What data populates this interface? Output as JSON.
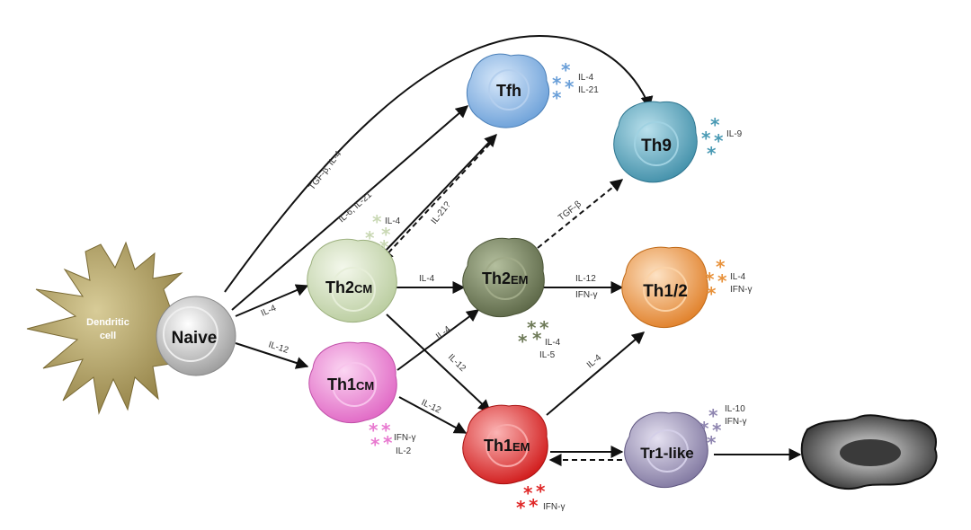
{
  "cells": {
    "dendritic": {
      "line1": "Dendritic",
      "line2": "cell"
    },
    "naive": "Naive",
    "tfh": "Tfh",
    "th9": "Th9",
    "th2cm": {
      "main": "Th2",
      "sub": "CM"
    },
    "th2em": {
      "main": "Th2",
      "sub": "EM"
    },
    "th12": "Th1/2",
    "th1cm": {
      "main": "Th1",
      "sub": "CM"
    },
    "th1em": {
      "main": "Th1",
      "sub": "EM"
    },
    "tr1": "Tr1-like"
  },
  "arrows": {
    "tgfb_il4": "TGF-β, IL-4",
    "il6_il21": "IL-6, IL-21",
    "il4_naive": "IL-4",
    "il12_naive": "IL-12",
    "il21q": "IL-21?",
    "tgfb": "TGF-β",
    "il4_th2cm_em": "IL-4",
    "il12_em": "IL-12",
    "ifng_em": "IFN-γ",
    "il4_th1cm": "IL-4",
    "il12_th2cm": "IL-12",
    "il12_th1cm": "IL-12",
    "il4_th1em": "IL-4"
  },
  "cytokines": {
    "tfh": [
      "IL-4",
      "IL-21"
    ],
    "th9": [
      "IL-9"
    ],
    "th2cm": [
      "IL-4"
    ],
    "th2em": [
      "IL-4",
      "IL-5"
    ],
    "th12": [
      "IL-4",
      "IFN-γ"
    ],
    "th1cm": [
      "IFN-γ",
      "IL-2"
    ],
    "th1em": [
      "IFN-γ"
    ],
    "tr1": [
      "IL-10",
      "IFN-γ"
    ]
  },
  "colors": {
    "tfh": "#6a9fd8",
    "th9": "#4a9ab4",
    "th2cm": "#c9d8b4",
    "th2em": "#6e7a58",
    "th12": "#e8923c",
    "th1cm": "#e87ad0",
    "th1em": "#e02828",
    "tr1": "#8f86b0",
    "dendritic": "#a8975c",
    "naive": "#c8c8c8"
  },
  "icons": {
    "cytokine": "asterisk-icon",
    "target": "apoptotic-cell-icon"
  }
}
